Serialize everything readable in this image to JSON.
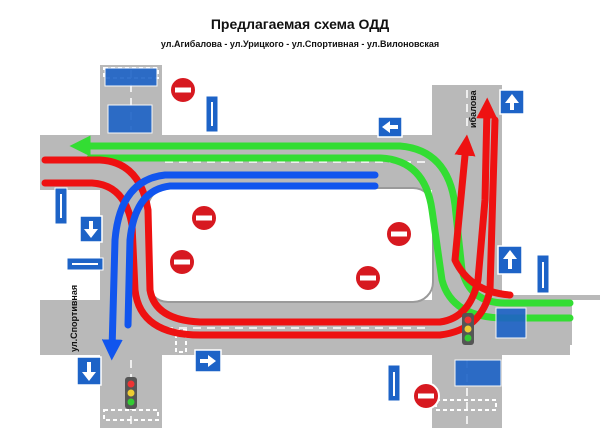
{
  "diagram": {
    "title": "Предлагаемая схема ОДД",
    "subtitle": "ул.Агибалова - ул.Урицкого - ул.Спортивная - ул.Вилоновская",
    "street_labels": {
      "left_vertical": "ул.Спортивная",
      "right_vertical": "ибалова"
    },
    "route_colors": {
      "green": "#33dd33",
      "red": "#ee1111",
      "blue": "#1155ee"
    },
    "sign_colors": {
      "no_entry": "#d71920",
      "direction": "#1d63c7"
    }
  }
}
